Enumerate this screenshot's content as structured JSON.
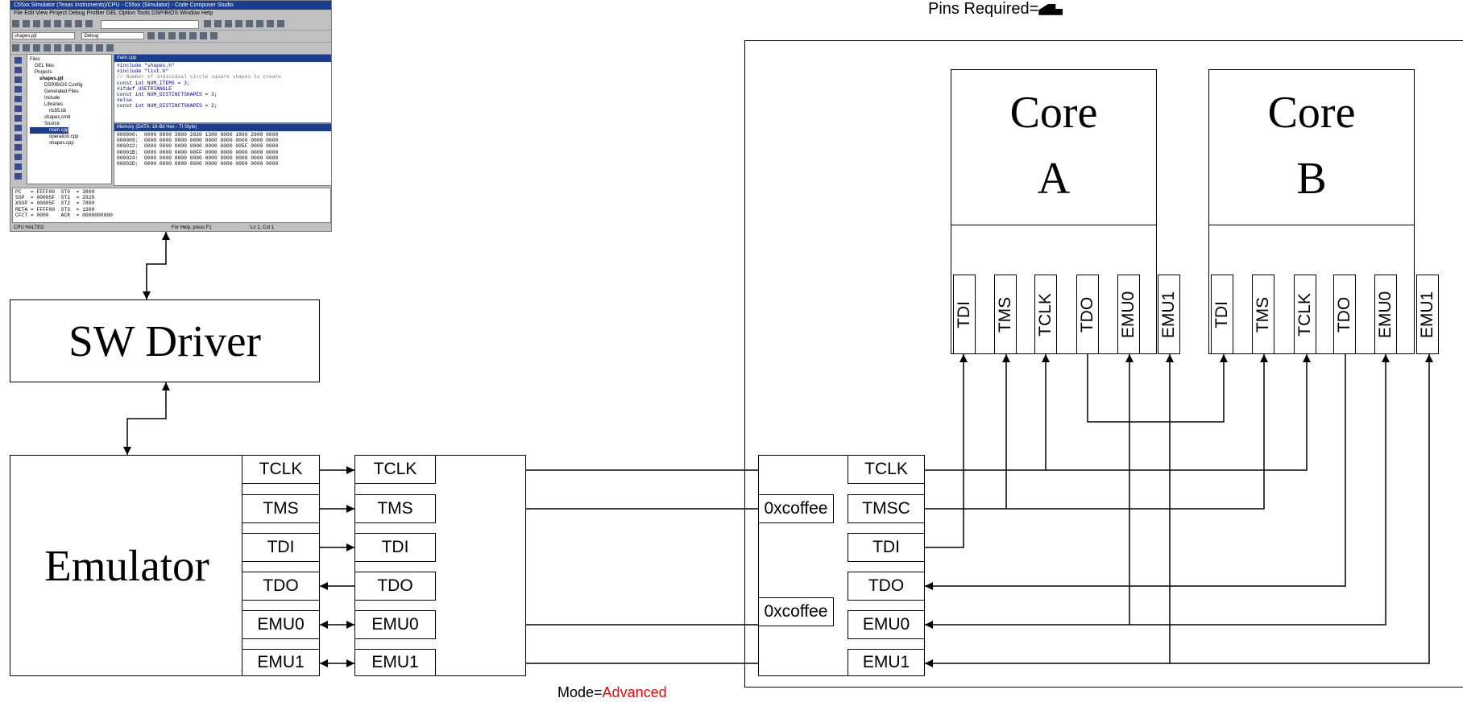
{
  "pins_label": "Pins Required=",
  "mode": {
    "label": "Mode=",
    "value": "Advanced",
    "value_color": "#ff0000"
  },
  "sw_driver": "SW Driver",
  "emulator": {
    "title": "Emulator",
    "pins": [
      "TCLK",
      "TMS",
      "TDI",
      "TDO",
      "EMU0",
      "EMU1"
    ]
  },
  "pod": {
    "pins": [
      "TCLK",
      "TMS",
      "TDI",
      "TDO",
      "EMU0",
      "EMU1"
    ]
  },
  "target": {
    "adapter_pins": [
      "TCLK",
      "TMSC",
      "TDI",
      "TDO",
      "EMU0",
      "EMU1"
    ],
    "tmsc_constant": "0xcoffee",
    "emu0_constant": "0xcoffee",
    "cores": [
      {
        "title": "Core",
        "letter": "A",
        "pins": [
          "TDI",
          "TMS",
          "TCLK",
          "TDO",
          "EMU0",
          "EMU1"
        ]
      },
      {
        "title": "Core",
        "letter": "B",
        "pins": [
          "TDI",
          "TMS",
          "TCLK",
          "TDO",
          "EMU0",
          "EMU1"
        ]
      }
    ]
  },
  "ide": {
    "title": "C55xx Simulator (Texas Instruments)/CPU - C55xx (Simulator) - Code Composer Studio",
    "menu": "File  Edit  View  Project  Debug  Profiler  GEL  Option  Tools  DSP/BIOS  Window  Help",
    "project_combo": "shapes.pjt",
    "config_combo": "Debug",
    "tree": [
      "Files",
      "GEL files",
      "Projects",
      "shapes.pjt",
      "DSP/BIOS Config",
      "Generated Files",
      "Include",
      "Libraries",
      "rts55.lib",
      "shapes.cmd",
      "Source",
      "main.cpp",
      "operation.cpp",
      "shapes.cpp"
    ],
    "editor_title": "main.cpp",
    "editor_lines": [
      "#include \"shapes.h\"",
      "#include \"list.h\"",
      "",
      "// Number of individual circle square shapes to create",
      "const int NUM_ITEMS = 3;",
      "#ifdef USETRIANGLE",
      "const int NUM_DISTINCTSHAPES = 3;",
      "#else",
      "const int NUM_DISTINCTSHAPES = 2;"
    ],
    "memory_title": "Memory (DATA: 16-Bit Hex - TI Style)",
    "memory_lines": [
      "000000:  0000 0000 3800 2920 1300 0000 1800 2900 0000",
      "000009:  0000 0000 0000 0000 0000 0000 0000 0000 0000",
      "000012:  0000 0000 0000 0000 0000 0000 005F 0000 0000",
      "00001B:  0000 0000 0000 00FF 0000 0000 0000 0000 0000",
      "000024:  0000 0000 0000 0000 0000 0000 0000 0000 0000",
      "00002D:  0000 0000 0000 0000 0000 0000 0000 0000 0000"
    ],
    "register_lines": [
      "PC   = FFFF00  ST0  = 3800",
      "SSP  = 00005F  ST1  = 2920",
      "XSSP = 00005F  ST2  = 7800",
      "RETA = FFFF00  ST3  = 1300",
      "CFCT = 0000    ACR  = 0000000000"
    ],
    "status_left": "CPU HALTED",
    "status_mid": "For Help, press F1",
    "status_right": "Ln 1, Col 1"
  }
}
